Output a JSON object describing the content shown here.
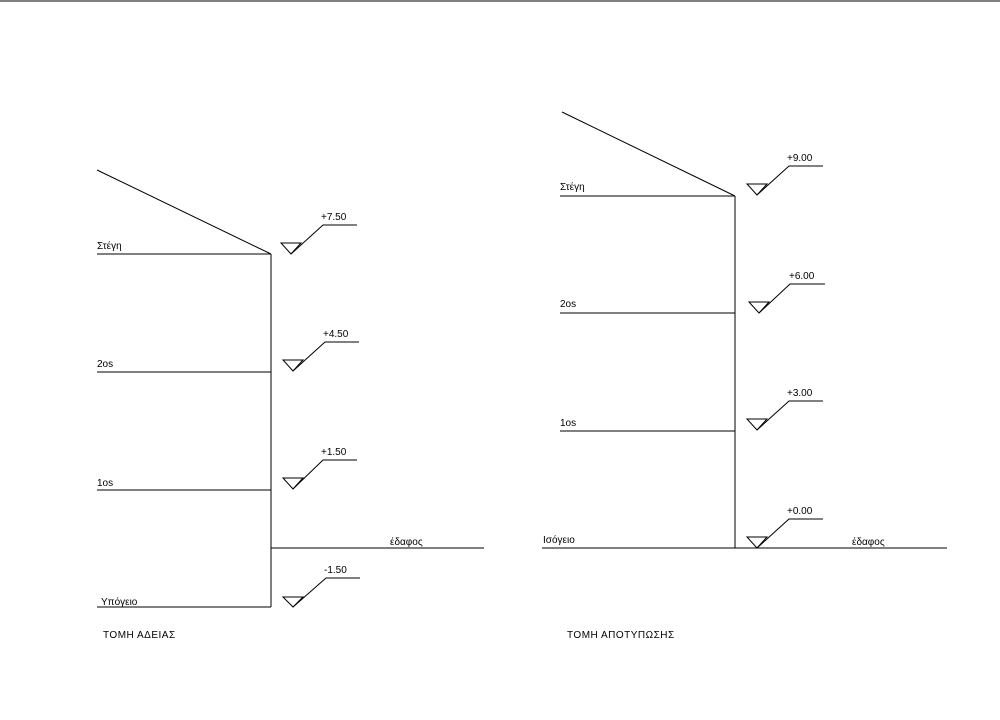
{
  "section_permit": {
    "caption": "ΤΟΜΗ ΑΔΕΙΑΣ",
    "ground_label": "έδαφος",
    "levels": [
      {
        "floor": "Στέγη",
        "elevation": "+7.50"
      },
      {
        "floor": "2os",
        "elevation": "+4.50"
      },
      {
        "floor": "1os",
        "elevation": "+1.50"
      },
      {
        "floor": "Υπόγειο",
        "elevation": "-1.50"
      }
    ]
  },
  "section_survey": {
    "caption": "ΤΟΜΗ ΑΠΟΤΥΠΩΣΗΣ",
    "ground_label": "έδαφος",
    "levels": [
      {
        "floor": "Στέγη",
        "elevation": "+9.00"
      },
      {
        "floor": "2os",
        "elevation": "+6.00"
      },
      {
        "floor": "1os",
        "elevation": "+3.00"
      },
      {
        "floor": "Ισόγειο",
        "elevation": "+0.00"
      }
    ]
  }
}
